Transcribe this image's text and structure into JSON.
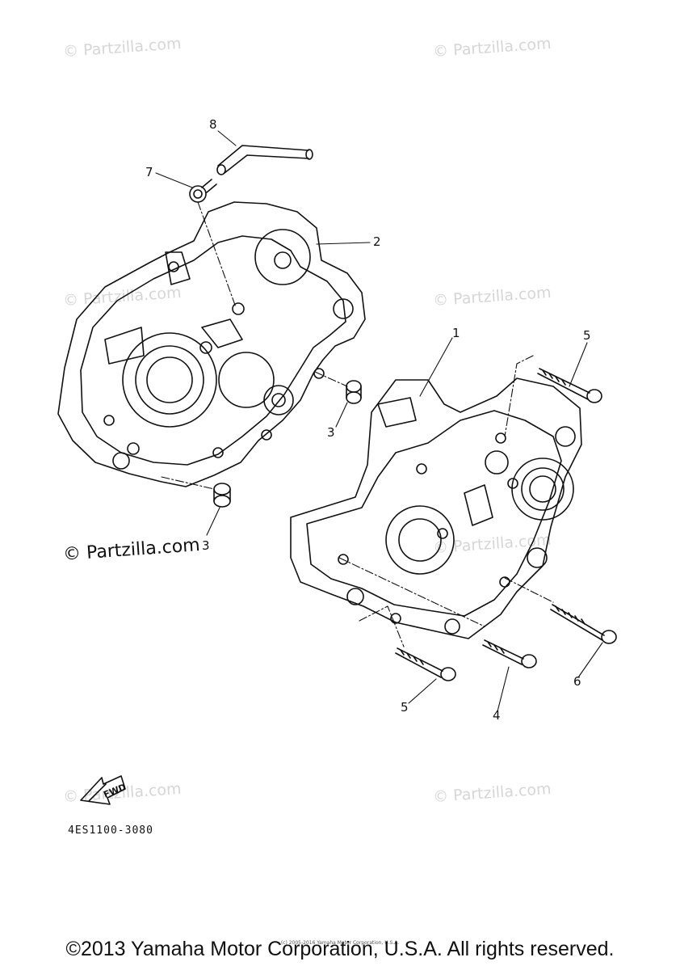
{
  "watermark": {
    "text": "© Partzilla.com",
    "prominent_text": "© Partzilla.com"
  },
  "callouts": {
    "c1": "1",
    "c2": "2",
    "c3a": "3",
    "c3b": "3",
    "c4": "4",
    "c5a": "5",
    "c5b": "5",
    "c6": "6",
    "c7": "7",
    "c8": "8"
  },
  "fwd_label": "FWD",
  "diagram_code": "4ES1100-3080",
  "tiny_notice": "(c) 2005-2016 Yamaha Motor Corporation, U.S.A.",
  "copyright": "©2013 Yamaha Motor Corporation, U.S.A. All rights reserved."
}
